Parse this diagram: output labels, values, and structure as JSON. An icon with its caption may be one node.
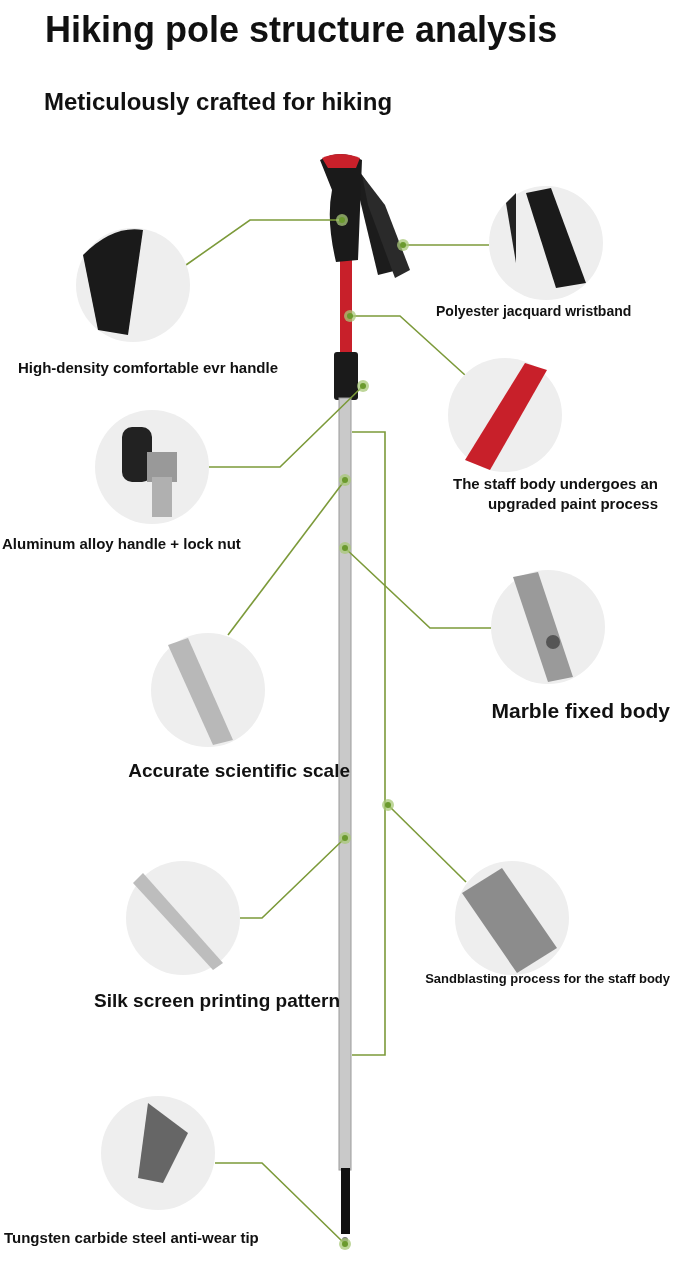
{
  "diagram": {
    "title": "Hiking pole structure analysis",
    "nodes": [
      {
        "text": [
          "High-density comfortable evr handle"
        ]
      },
      {
        "text": [
          "Polyester jacquard wristband"
        ]
      },
      {
        "text": [
          "The staff body undergoes an upgraded paint process"
        ]
      },
      {
        "text": [
          "Aluminum alloy handle + lock nut"
        ]
      },
      {
        "text": [
          "Marble fixed body"
        ]
      },
      {
        "text": [
          "Accurate scientific scale"
        ]
      },
      {
        "text": [
          "Sandblasting process for the staff body"
        ]
      },
      {
        "text": [
          "Silk screen printing pattern"
        ]
      },
      {
        "text": [
          "Tungsten carbide steel anti-wear tip"
        ]
      },
      {
        "text": [],
        "shape": "picture"
      }
    ],
    "edges": [
      {
        "from": 0,
        "to": 9,
        "arrow": "other"
      },
      {
        "from": 1,
        "to": 9,
        "arrow": "other"
      },
      {
        "from": 2,
        "to": 9,
        "arrow": "other"
      },
      {
        "from": 3,
        "to": 9,
        "arrow": "other"
      },
      {
        "from": 4,
        "to": 9,
        "arrow": "other"
      },
      {
        "from": 5,
        "to": 9,
        "arrow": "other"
      },
      {
        "from": 6,
        "to": 9,
        "arrow": "other"
      },
      {
        "from": 7,
        "to": 9,
        "arrow": "other"
      },
      {
        "from": 8,
        "to": 9,
        "arrow": "other"
      }
    ],
    "labels": [
      "Meticulously crafted for hiking"
    ]
  }
}
